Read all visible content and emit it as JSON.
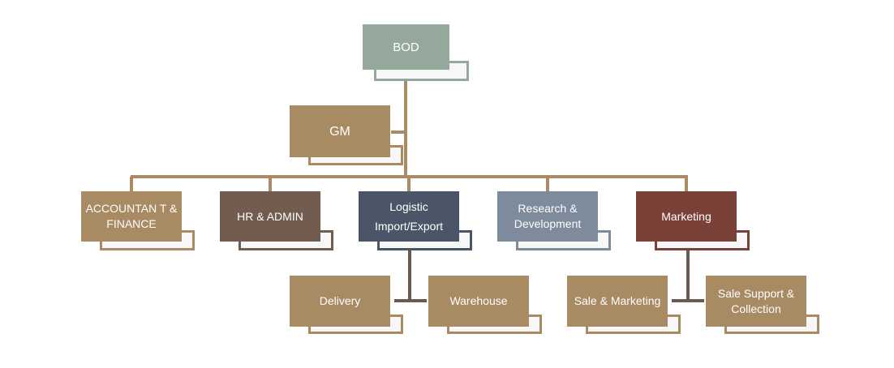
{
  "diagram": {
    "colors": {
      "tan": "#a88a63",
      "sage": "#94a89c",
      "mocha": "#725b4f",
      "slate": "#4a5567",
      "steel": "#7d8b9c",
      "brick": "#7a4138",
      "connector_dark": "#6b5a50"
    },
    "nodes": {
      "bod": "BOD",
      "gm": "GM",
      "accountant_finance": "ACCOUNTAN T &\nFINANCE",
      "hr_admin": "HR & ADMIN",
      "logistic": "Logistic\nImport/Export",
      "research_development": "Research &\nDevelopment",
      "marketing": "Marketing",
      "delivery": "Delivery",
      "warehouse": "Warehouse",
      "sale_marketing": "Sale & Marketing",
      "sale_support": "Sale Support &\nCollection"
    }
  }
}
